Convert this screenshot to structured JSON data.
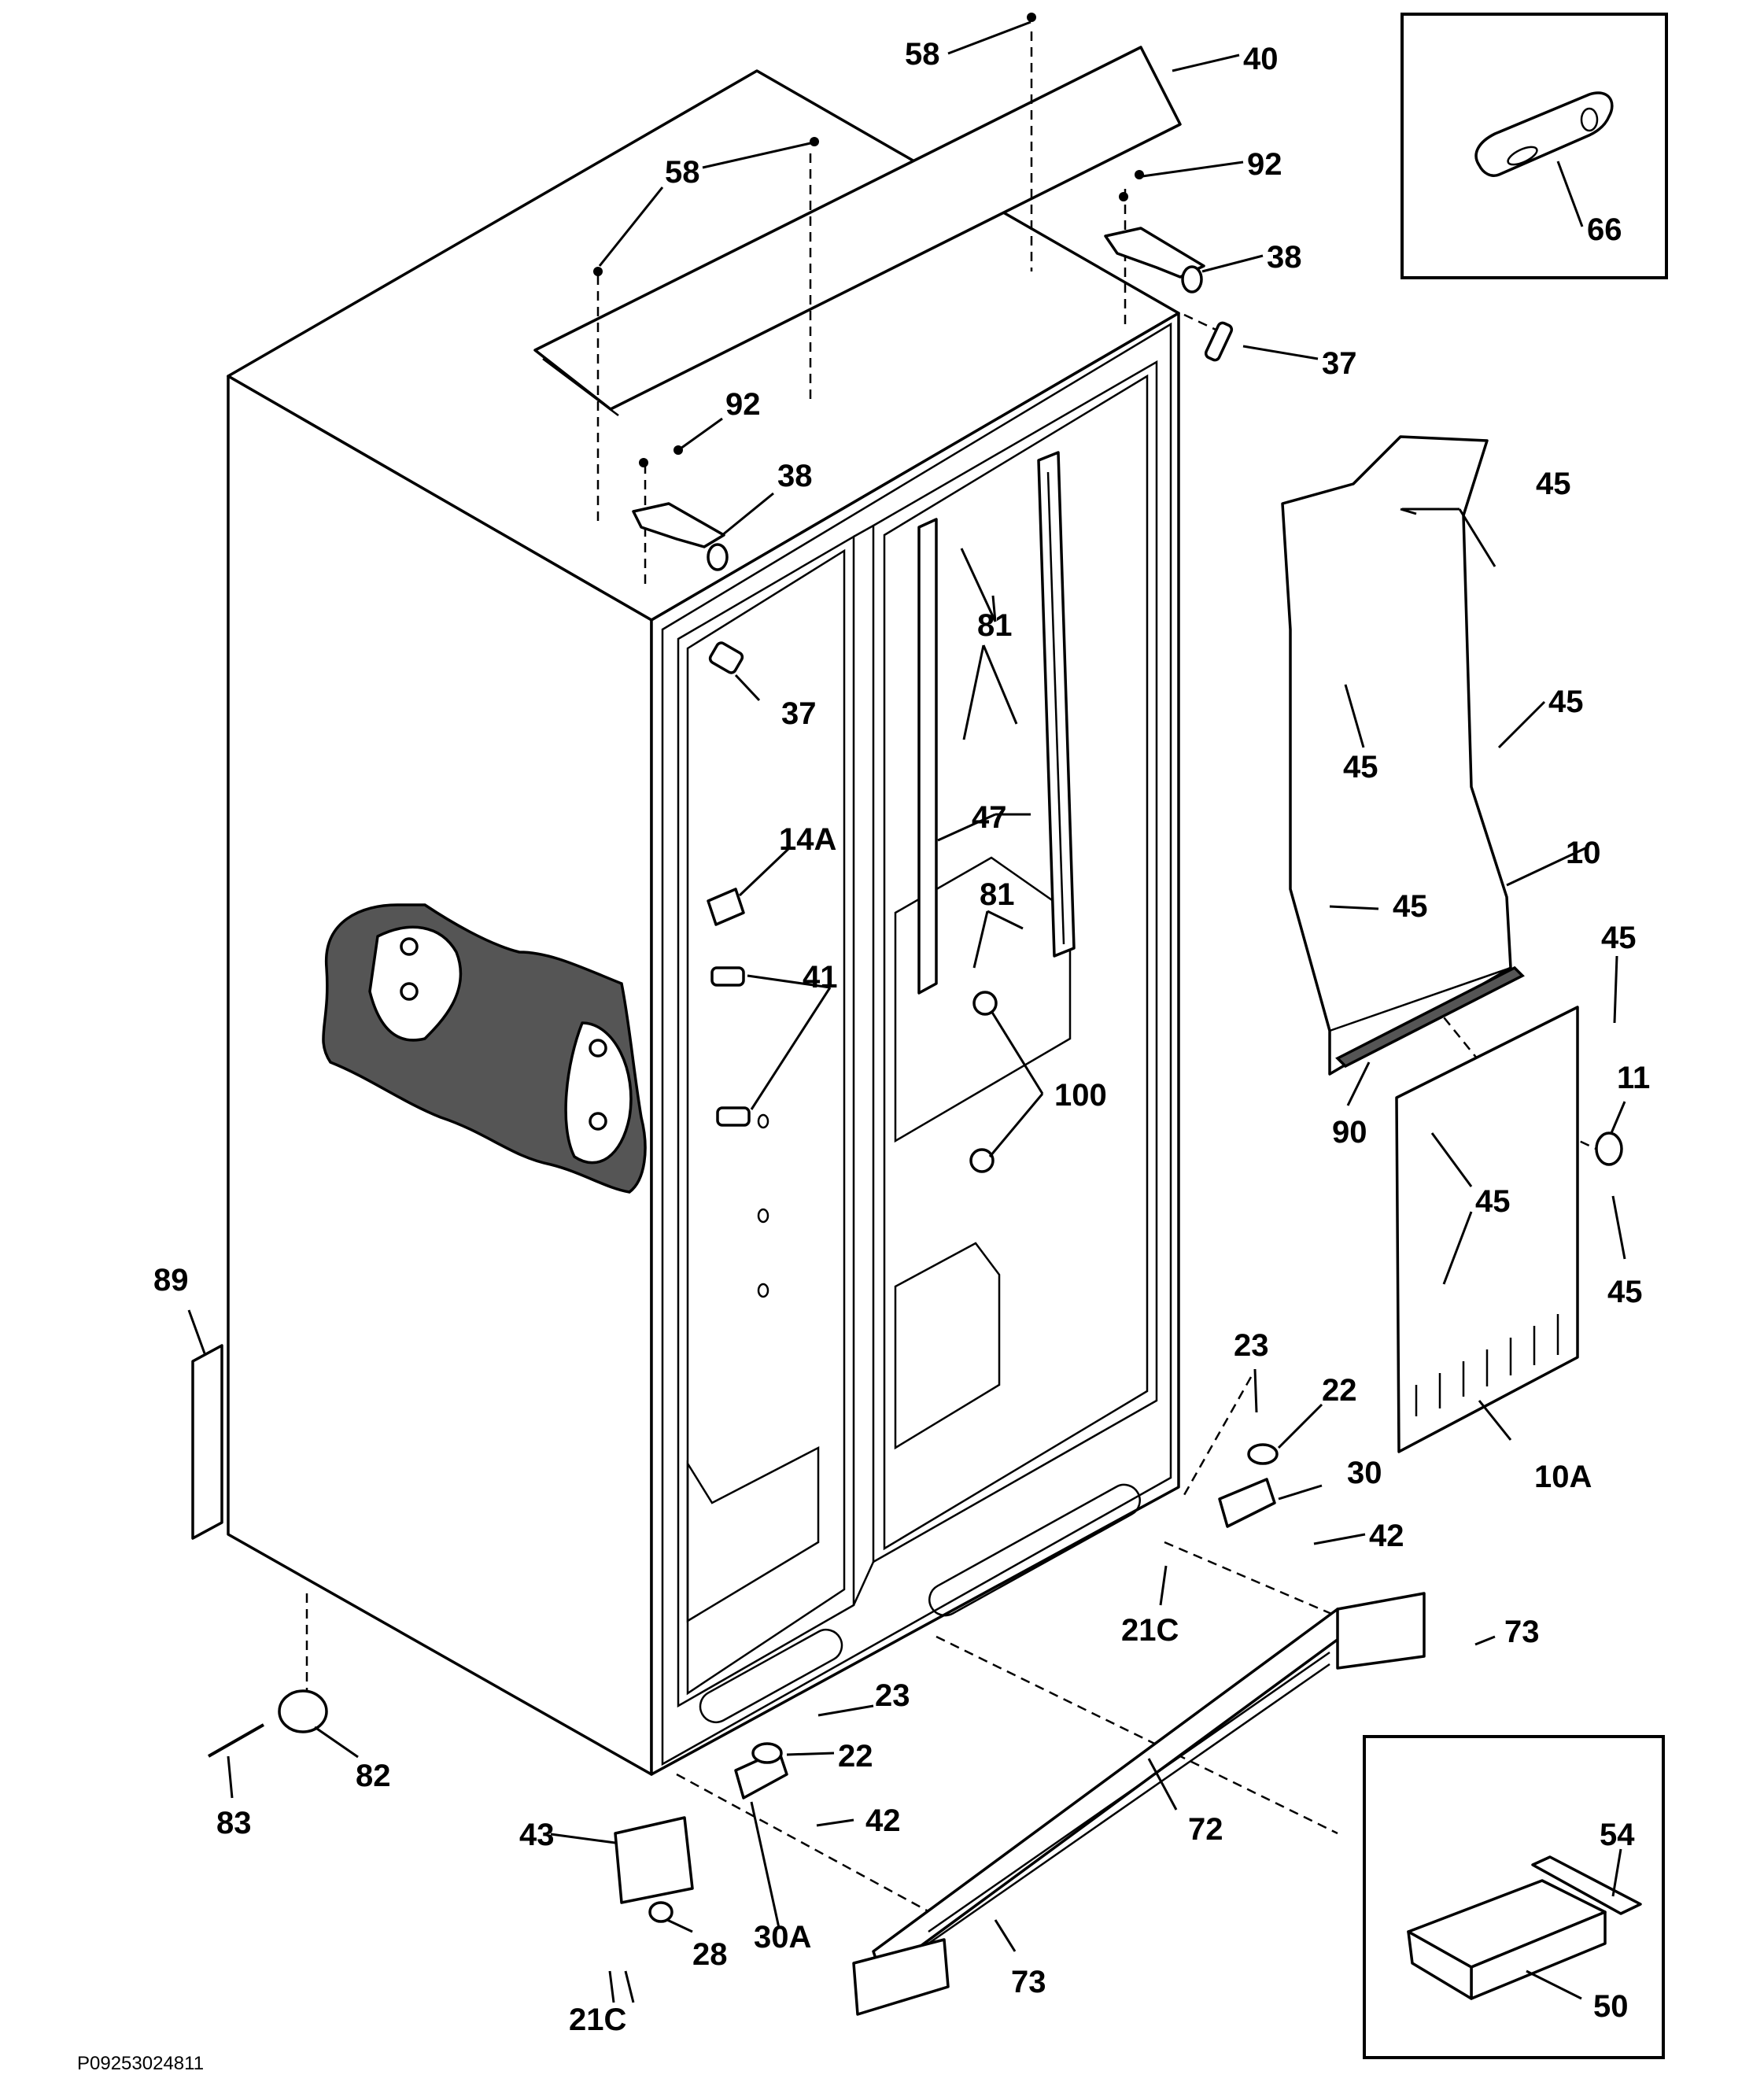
{
  "document_code": "P09253024811",
  "callouts": [
    {
      "id": "c58a",
      "text": "58"
    },
    {
      "id": "c40",
      "text": "40"
    },
    {
      "id": "c58b",
      "text": "58"
    },
    {
      "id": "c92a",
      "text": "92"
    },
    {
      "id": "c38a",
      "text": "38"
    },
    {
      "id": "c37a",
      "text": "37"
    },
    {
      "id": "c92b",
      "text": "92"
    },
    {
      "id": "c38b",
      "text": "38"
    },
    {
      "id": "c66",
      "text": "66"
    },
    {
      "id": "c45a",
      "text": "45"
    },
    {
      "id": "c81a",
      "text": "81"
    },
    {
      "id": "c37b",
      "text": "37"
    },
    {
      "id": "c45b",
      "text": "45"
    },
    {
      "id": "c45c",
      "text": "45"
    },
    {
      "id": "c14A",
      "text": "14A"
    },
    {
      "id": "c47",
      "text": "47"
    },
    {
      "id": "c10",
      "text": "10"
    },
    {
      "id": "c81b",
      "text": "81"
    },
    {
      "id": "c45d",
      "text": "45"
    },
    {
      "id": "c41",
      "text": "41"
    },
    {
      "id": "c45e",
      "text": "45"
    },
    {
      "id": "c11",
      "text": "11"
    },
    {
      "id": "c100",
      "text": "100"
    },
    {
      "id": "c90",
      "text": "90"
    },
    {
      "id": "c45f",
      "text": "45"
    },
    {
      "id": "c45g",
      "text": "45"
    },
    {
      "id": "c89",
      "text": "89"
    },
    {
      "id": "c23a",
      "text": "23"
    },
    {
      "id": "c22a",
      "text": "22"
    },
    {
      "id": "c30",
      "text": "30"
    },
    {
      "id": "c10A",
      "text": "10A"
    },
    {
      "id": "c42a",
      "text": "42"
    },
    {
      "id": "c21Ca",
      "text": "21C"
    },
    {
      "id": "c73a",
      "text": "73"
    },
    {
      "id": "c23b",
      "text": "23"
    },
    {
      "id": "c22b",
      "text": "22"
    },
    {
      "id": "c82",
      "text": "82"
    },
    {
      "id": "c42b",
      "text": "42"
    },
    {
      "id": "c83",
      "text": "83"
    },
    {
      "id": "c43",
      "text": "43"
    },
    {
      "id": "c72",
      "text": "72"
    },
    {
      "id": "c30A",
      "text": "30A"
    },
    {
      "id": "c54",
      "text": "54"
    },
    {
      "id": "c28",
      "text": "28"
    },
    {
      "id": "c73b",
      "text": "73"
    },
    {
      "id": "c21Cb",
      "text": "21C"
    },
    {
      "id": "c50",
      "text": "50"
    }
  ]
}
